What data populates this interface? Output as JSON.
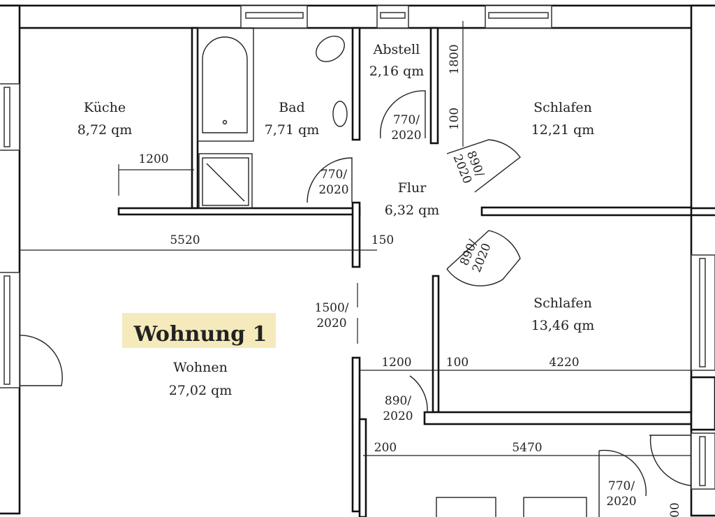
{
  "plan": {
    "title": "Wohnung 1",
    "highlight_color": "#f3e6b0",
    "rooms": [
      {
        "name": "Küche",
        "area": "8,72 qm"
      },
      {
        "name": "Bad",
        "area": "7,71 qm"
      },
      {
        "name": "Abstell",
        "area": "2,16 qm"
      },
      {
        "name": "Schlafen",
        "area": "12,21 qm"
      },
      {
        "name": "Flur",
        "area": "6,32 qm"
      },
      {
        "name": "Schlafen",
        "area": "13,46 qm"
      },
      {
        "name": "Wohnen",
        "area": "27,02 qm"
      }
    ],
    "dimensions": {
      "kueche_width": "1200",
      "wohnen_width": "5520",
      "wall_150": "150",
      "abstell_1800": "1800",
      "abstell_100": "100",
      "bottom_1200": "1200",
      "bottom_100": "100",
      "schlafen_4220": "4220",
      "hall_200": "200",
      "hall_5470": "5470",
      "bottom_right": "00"
    },
    "doors": {
      "abstell": [
        "770/",
        "2020"
      ],
      "bad": [
        "770/",
        "2020"
      ],
      "schlafen1": [
        "890/",
        "2020"
      ],
      "schlafen2": [
        "890/",
        "2020"
      ],
      "wohnen_opening": [
        "1500/",
        "2020"
      ],
      "entry": [
        "890/",
        "2020"
      ],
      "lower": [
        "770/",
        "2020"
      ]
    }
  }
}
